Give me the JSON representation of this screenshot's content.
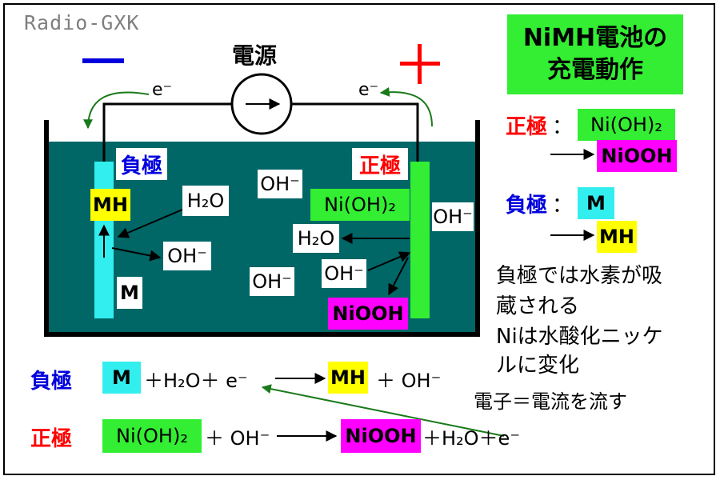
{
  "watermark": "Radio-GXK",
  "title": {
    "line1": "NiMH電池の",
    "line2": "充電動作"
  },
  "circuit": {
    "power_label": "電源",
    "minus_sign": "ー",
    "plus_sign": "＋",
    "electron_left": "e⁻",
    "electron_right": "e⁻"
  },
  "cell": {
    "neg_label": "負極",
    "pos_label": "正極",
    "mh": "MH",
    "m": "M",
    "h2o_left": "H₂O",
    "oh_left": "OH⁻",
    "oh_center_top": "OH⁻",
    "oh_center_bottom": "OH⁻",
    "niohh": "Ni(OH)₂",
    "oh_right": "OH⁻",
    "h2o_right": "H₂O",
    "oh_near_pos": "OH⁻",
    "niooh": "NiOOH"
  },
  "legend": {
    "pos_label": "正極",
    "colon1": "：",
    "pos_from": "Ni(OH)₂",
    "pos_to": "NiOOH",
    "neg_label": "負極",
    "colon2": "：",
    "neg_from": "M",
    "neg_to": "MH"
  },
  "notes": {
    "line1": "負極では水素が吸",
    "line2": "蔵される",
    "line3": "Niは水酸化ニッケ",
    "line4": "ルに変化",
    "line5": "電子＝電流を流す"
  },
  "equations": {
    "neg_label": "負極",
    "neg_m": "M",
    "neg_plus1": "＋H₂O＋ e⁻",
    "neg_mh": "MH",
    "neg_rest": "＋ OH⁻",
    "pos_label": "正極",
    "pos_ni": "Ni(OH)₂",
    "pos_plus": "＋ OH⁻",
    "pos_niooh": "NiOOH",
    "pos_rest": "＋H₂O＋e⁻"
  },
  "colors": {
    "electrolyte": "#006666",
    "green": "#33ee33",
    "cyan": "#33eeee",
    "yellow": "#ffff00",
    "magenta": "#ff00ff",
    "red": "#ff0000",
    "blue": "#0000dd",
    "arrow_green": "#1a7a1a"
  }
}
